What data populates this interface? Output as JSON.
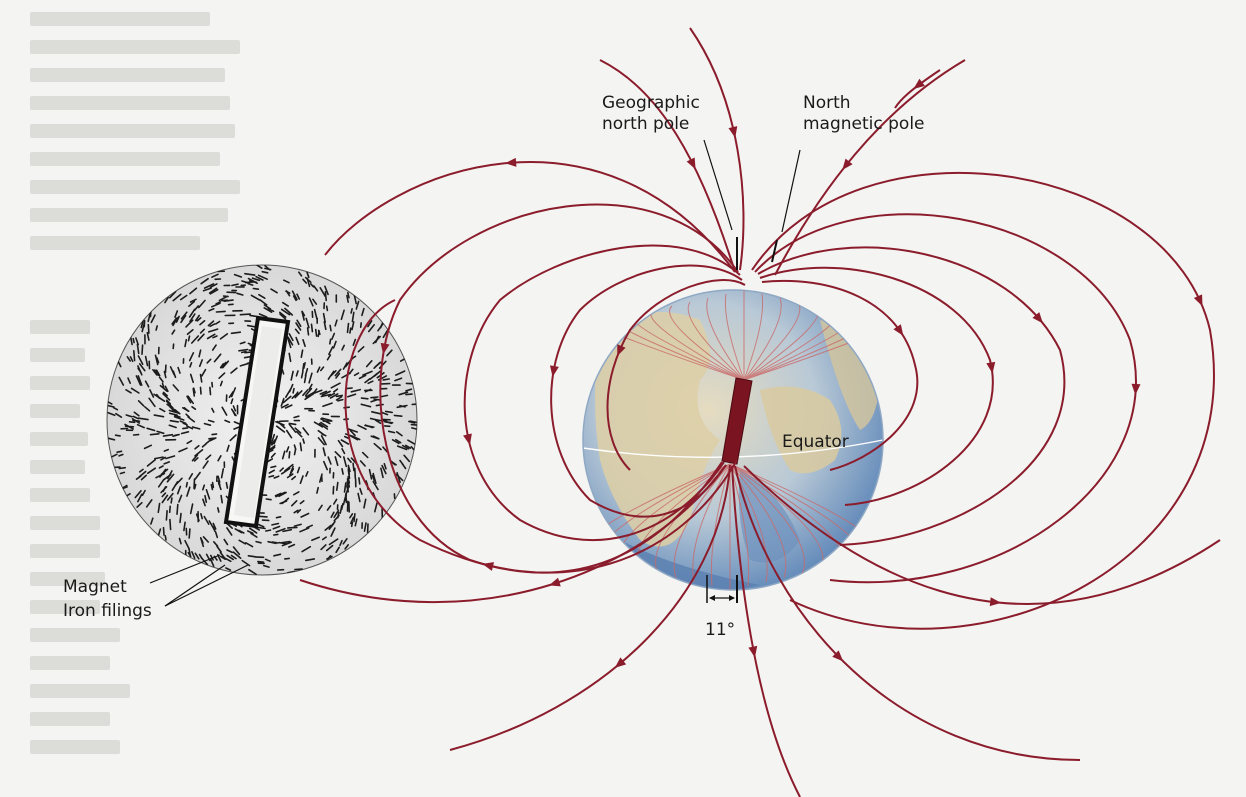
{
  "labels": {
    "geo_pole_line1": "Geographic",
    "geo_pole_line2": "north pole",
    "mag_pole_line1": "North",
    "mag_pole_line2": "magnetic pole",
    "equator": "Equator",
    "magnet": "Magnet",
    "iron_filings": "Iron filings",
    "angle": "11°"
  },
  "colors": {
    "field_line": "#8b1c2c",
    "bar_magnet": "#7a1420",
    "ocean": "#4f7fb5",
    "land": "#d9c9a0"
  }
}
